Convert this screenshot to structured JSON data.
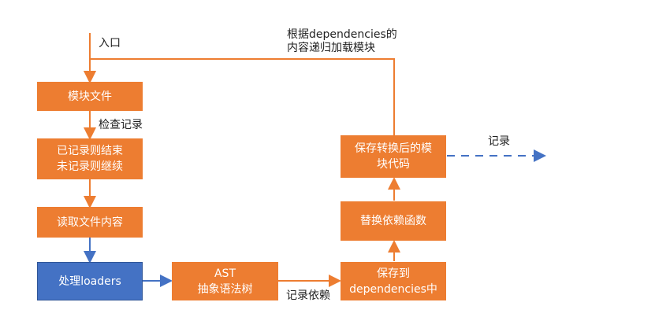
{
  "nodes": {
    "module_file": "模块文件",
    "record_check": "已记录则结束\n未记录则继续",
    "read_content": "读取文件内容",
    "process_loaders": "处理loaders",
    "ast": "AST\n抽象语法树",
    "save_dependencies": "保存到\ndependencies中",
    "replace_function": "替换依赖函数",
    "save_converted": "保存转换后的模\n块代码"
  },
  "labels": {
    "entry": "入口",
    "check_record": "检查记录",
    "record_dependency": "记录依赖",
    "record": "记录",
    "recursive_load": "根据dependencies的\n内容递归加载模块"
  },
  "colors": {
    "orange": "#ED7D31",
    "blue": "#4472C4",
    "dashed_blue": "#4472C4"
  }
}
